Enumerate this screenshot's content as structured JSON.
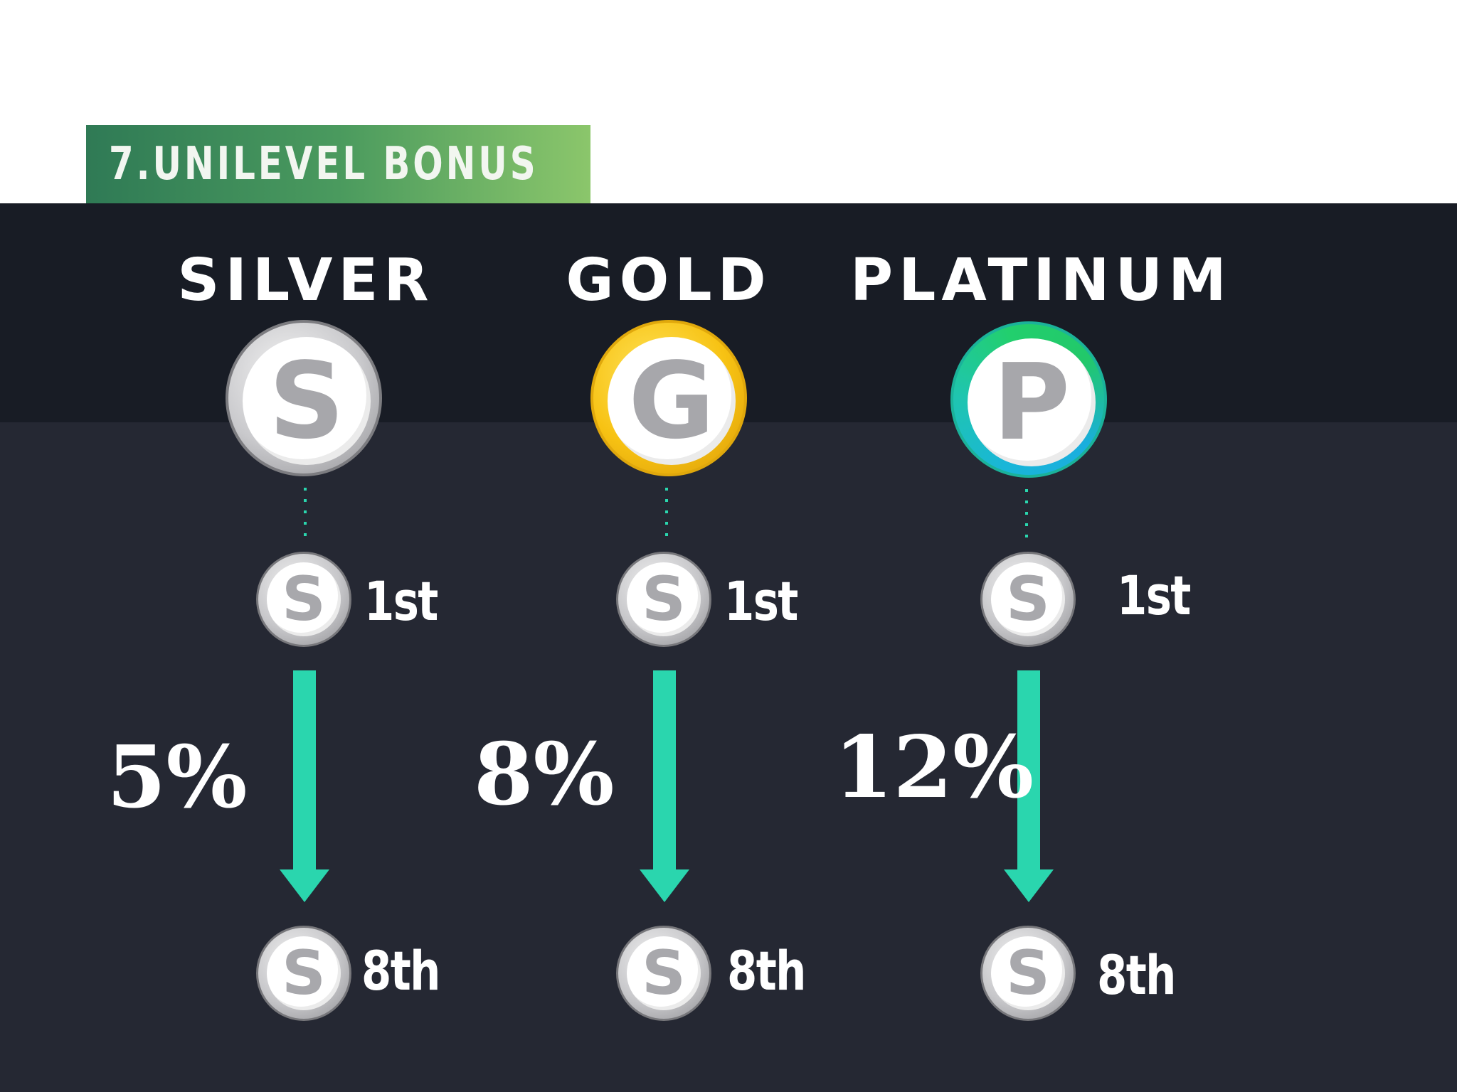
{
  "header": {
    "title": "7.UNILEVEL BONUS"
  },
  "tiers": [
    {
      "name": "SILVER",
      "badge_letter": "S",
      "percent": "5%",
      "from_label": "1st",
      "to_label": "8th",
      "level_badge_letter": "S"
    },
    {
      "name": "GOLD",
      "badge_letter": "G",
      "percent": "8%",
      "from_label": "1st",
      "to_label": "8th",
      "level_badge_letter": "S"
    },
    {
      "name": "PLATINUM",
      "badge_letter": "P",
      "percent": "12%",
      "from_label": "1st",
      "to_label": "8th",
      "level_badge_letter": "S"
    }
  ],
  "colors": {
    "header_gradient": [
      "#2f7a55",
      "#8bc66b"
    ],
    "background_top": "#181c25",
    "background_bottom": "#252833",
    "arrow": "#2ad6ae",
    "silver": "#c9c9cc",
    "gold": "#f7c213",
    "platinum": [
      "#19b6d8",
      "#22cf6d"
    ]
  }
}
